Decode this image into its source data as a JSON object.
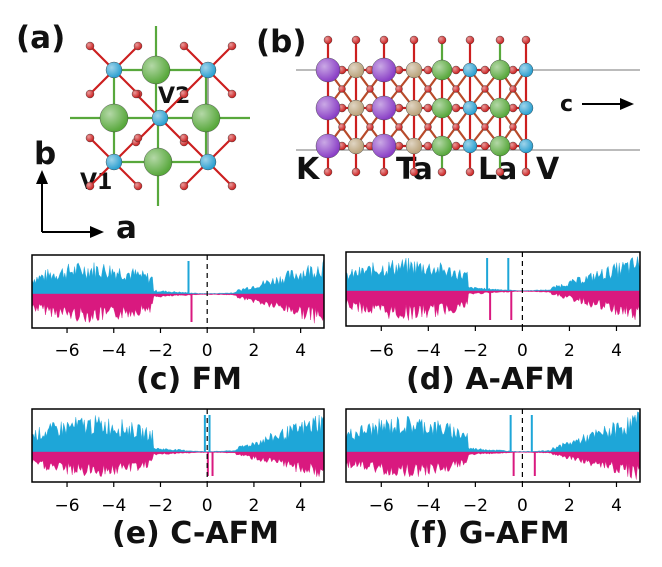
{
  "figure": {
    "panel_a": {
      "label": "(a)",
      "site_labels": [
        "V1",
        "V2"
      ],
      "axes": [
        "b",
        "a"
      ]
    },
    "panel_b": {
      "label": "(b)",
      "axis": "c",
      "elements": [
        "K",
        "Ta",
        "La",
        "V"
      ]
    },
    "dos_panels": [
      {
        "id": "c",
        "caption": "(c) FM"
      },
      {
        "id": "d",
        "caption": "(d) A-AFM"
      },
      {
        "id": "e",
        "caption": "(e) C-AFM"
      },
      {
        "id": "f",
        "caption": "(f) G-AFM"
      }
    ],
    "x_ticks": [
      -6,
      -4,
      -2,
      0,
      2,
      4
    ],
    "x_range": [
      -7.5,
      5
    ],
    "colors": {
      "spin_up": "#1ea6d8",
      "spin_down": "#d9197f",
      "K": "#8a3fc6",
      "Ta": "#b9a27a",
      "La": "#58a83c",
      "V": "#2a9fd0",
      "O": "#cc1f1f"
    }
  },
  "x_tick_labels": [
    "−6",
    "−4",
    "−2",
    "0",
    "2",
    "4"
  ]
}
